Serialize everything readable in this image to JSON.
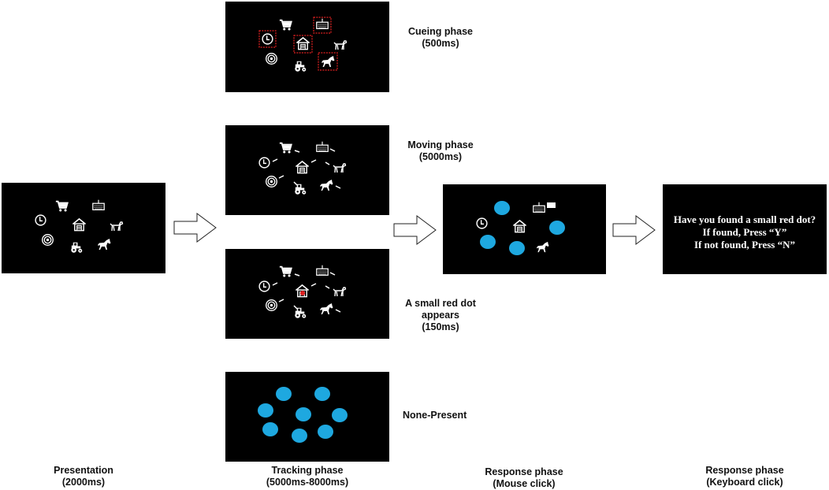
{
  "panels": {
    "presentation": {
      "label": [
        "Presentation",
        "(2000ms)"
      ]
    },
    "cueing": {
      "label": [
        "Cueing phase",
        "(500ms)"
      ]
    },
    "moving": {
      "label": [
        "Moving phase",
        "(5000ms)"
      ]
    },
    "red_dot": {
      "label": [
        "A small red dot",
        "appears",
        "(150ms)"
      ]
    },
    "none_present": {
      "label": [
        "None-Present"
      ]
    },
    "tracking": {
      "label": [
        "Tracking phase",
        "(5000ms-8000ms)"
      ]
    },
    "response_mouse": {
      "label": [
        "Response phase",
        "(Mouse click)"
      ]
    },
    "response_keyboard": {
      "label": [
        "Response phase",
        "(Keyboard click)"
      ],
      "question": [
        "Have you found a small red dot?",
        "If found, Press “Y”",
        "If not found, Press “N”"
      ]
    }
  },
  "icons": [
    "cart-icon",
    "keyboard-icon",
    "clock-icon",
    "house-icon",
    "dog-icon",
    "target-icon",
    "tractor-icon",
    "horse-icon"
  ],
  "colors": {
    "panel_bg": "#000000",
    "icon": "#ffffff",
    "cue": "#e02020",
    "mask_disc": "#1ea8e0",
    "red_dot": "#e02020"
  }
}
